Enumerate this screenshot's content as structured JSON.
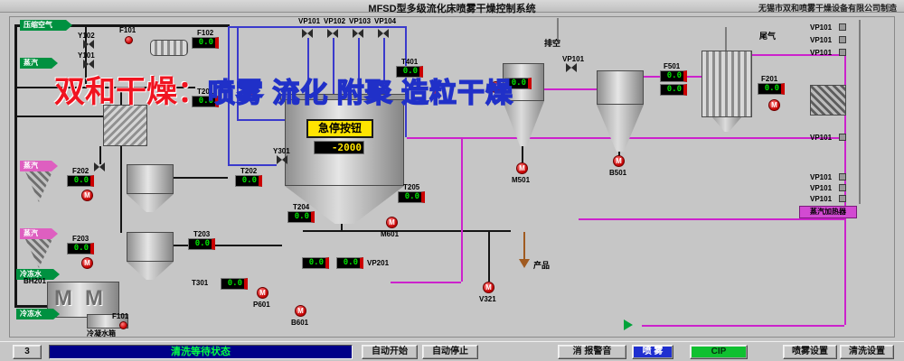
{
  "titlebar": {
    "title": "MFSD型多级流化床喷雾干燥控制系统",
    "manufacturer": "无锡市双和喷雾干燥设备有限公司制造"
  },
  "watermark": {
    "prefix": "双和干燥：",
    "main": "喷雾 流化 附聚 造粒干燥"
  },
  "estop": {
    "label": "急停按钮",
    "value": "-2000"
  },
  "glyphs": {
    "pump": "M",
    "condenser": "M"
  },
  "flow_labels": {
    "compressed_air": "压缩空气",
    "steam_top": "蒸汽",
    "steam_mid": "蒸汽",
    "steam_low": "蒸汽",
    "chilled_water_1": "冷冻水",
    "chilled_water_2": "冷冻水",
    "vent": "排空",
    "exhaust": "尾气",
    "product": "产品",
    "condensate_tank": "冷凝水箱",
    "steam_heater": "蒸汽加热器"
  },
  "instruments": {
    "f102": {
      "tag": "F102",
      "value": "0.0"
    },
    "t201": {
      "tag": "T201",
      "value": "0.0"
    },
    "t401": {
      "tag": "T401",
      "value": "0.0"
    },
    "t202": {
      "tag": "T202",
      "value": "0.0"
    },
    "t203": {
      "tag": "T203",
      "value": "0.0"
    },
    "t204": {
      "tag": "T204",
      "value": "0.0"
    },
    "t205": {
      "tag": "T205",
      "value": "0.0"
    },
    "t301": {
      "tag": "T301",
      "value": "0.0"
    },
    "f202": {
      "tag": "F202",
      "value": "0.0"
    },
    "f203": {
      "tag": "F203",
      "value": "0.0"
    },
    "f201": {
      "tag": "F201",
      "value": "0.0"
    },
    "f501": {
      "tag": "F501",
      "value": "0.0"
    },
    "f502": {
      "value": "0.0"
    },
    "p401": {
      "value": "0.0"
    },
    "vp201_left": {
      "value": "0.0"
    },
    "vp201_right": {
      "value": "0.0"
    }
  },
  "valve_tags": {
    "y101": "Y101",
    "y102": "Y102",
    "y301": "Y301",
    "f101_top": "F101",
    "f101_bottom": "F101",
    "vp101": "VP101",
    "vp102": "VP102",
    "vp103": "VP103",
    "vp104": "VP104",
    "vp101_vent": "VP101",
    "vp201": "VP201",
    "vp_right": [
      "VP101",
      "VP101",
      "VP101",
      "VP101",
      "VP101",
      "VP101",
      "VP101"
    ]
  },
  "equipment_tags": {
    "m501": "M501",
    "b501": "B501",
    "m601": "M601",
    "p601": "P601",
    "b601": "B601",
    "bh201": "BH201",
    "v321": "V321"
  },
  "statusbar": {
    "corner_label": "3",
    "status_text": "清洗等待状态",
    "auto_start": "自动开始",
    "auto_stop": "自动停止",
    "mute_alarm": "消 报警音",
    "spray": "喷 雾",
    "cip": "CIP",
    "spray_settings": "喷雾设置",
    "clean_settings": "清洗设置"
  },
  "colors": {
    "alarm_red": "#cc0000",
    "run_green": "#00e000",
    "pipe_magenta": "#cc22cc",
    "pipe_blue": "#3a3acc",
    "status_blue": "#000088"
  }
}
